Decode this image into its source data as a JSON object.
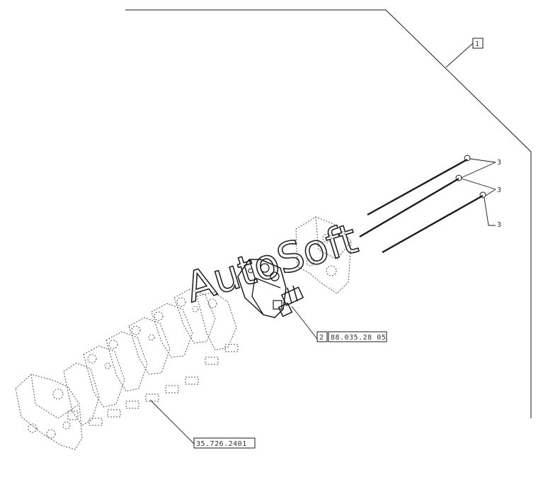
{
  "watermark": "AutoSoft",
  "callouts": {
    "assembly_ref": "1",
    "section_ref": "2",
    "section_part": "88.035.28 05",
    "bank_part": "35.726.2401",
    "tie_rod_1": "3",
    "tie_rod_2": "3",
    "tie_rod_3": "3"
  }
}
